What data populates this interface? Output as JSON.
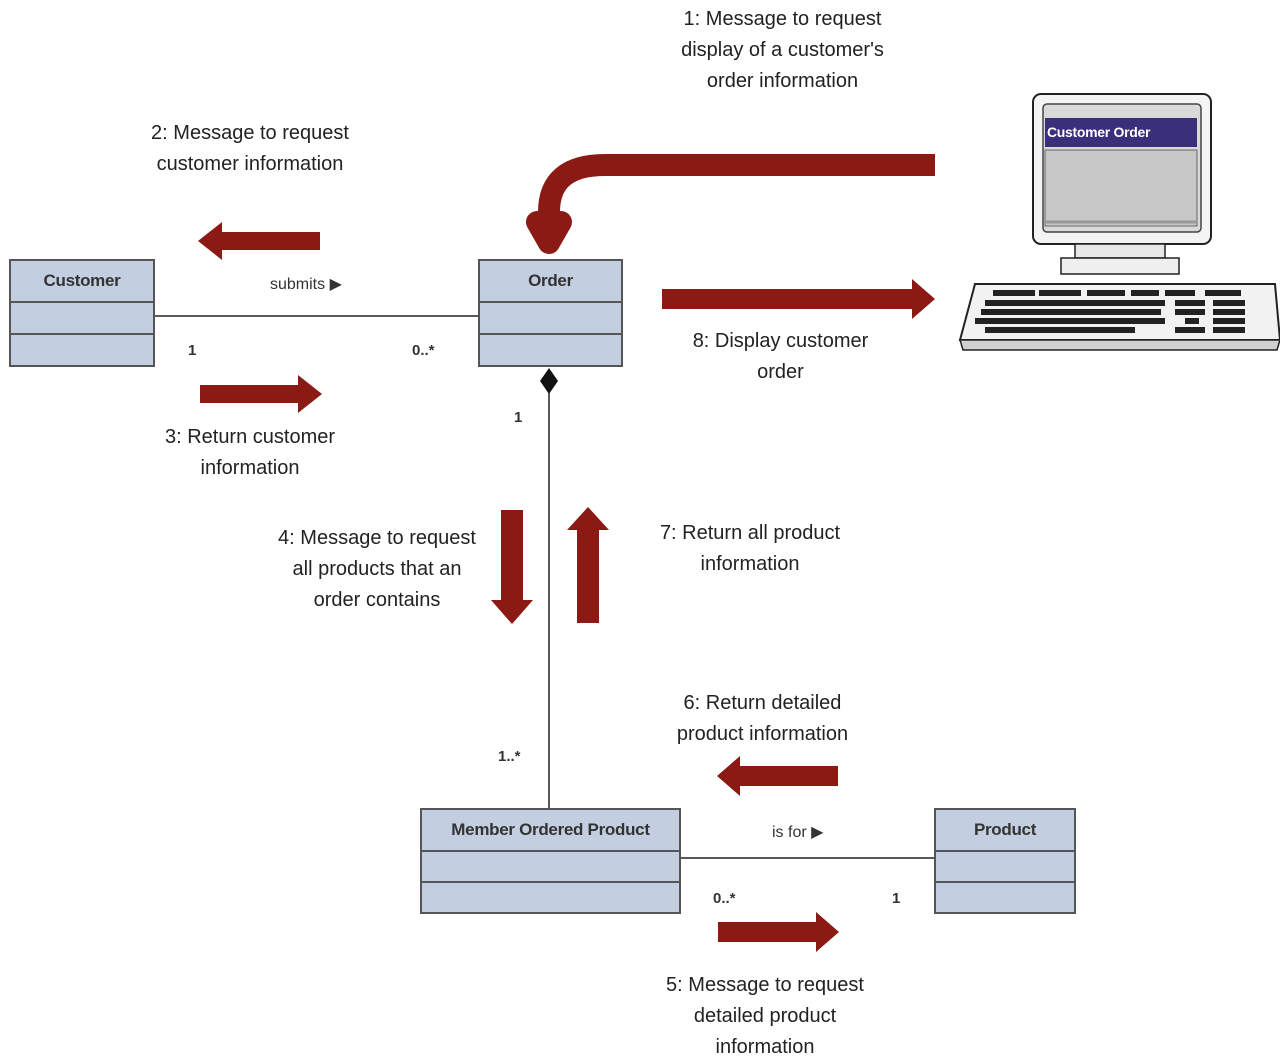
{
  "classes": {
    "customer": {
      "name": "Customer"
    },
    "order": {
      "name": "Order"
    },
    "member_ordered_product": {
      "name": "Member Ordered Product"
    },
    "product": {
      "name": "Product"
    }
  },
  "associations": {
    "submits": {
      "label": "submits ▶",
      "mult_customer": "1",
      "mult_order": "0..*"
    },
    "contains": {
      "mult_order": "1",
      "mult_member": "1..*"
    },
    "is_for": {
      "label": "is for ▶",
      "mult_member": "0..*",
      "mult_product": "1"
    }
  },
  "messages": {
    "m1": "1: Message to request display of a customer's order information",
    "m2": "2: Message to request customer information",
    "m3": "3: Return customer information",
    "m4": "4: Message to request all products that an order contains",
    "m5": "5: Message to request detailed product information",
    "m6": "6: Return detailed product information",
    "m7": "7: Return all product information",
    "m8": "8: Display customer order"
  },
  "screen": {
    "window_title": "Customer Order"
  },
  "colors": {
    "arrow": "#8b1a14",
    "class_fill": "#c3cfe0",
    "window_title_bar": "#3a2f7a"
  }
}
